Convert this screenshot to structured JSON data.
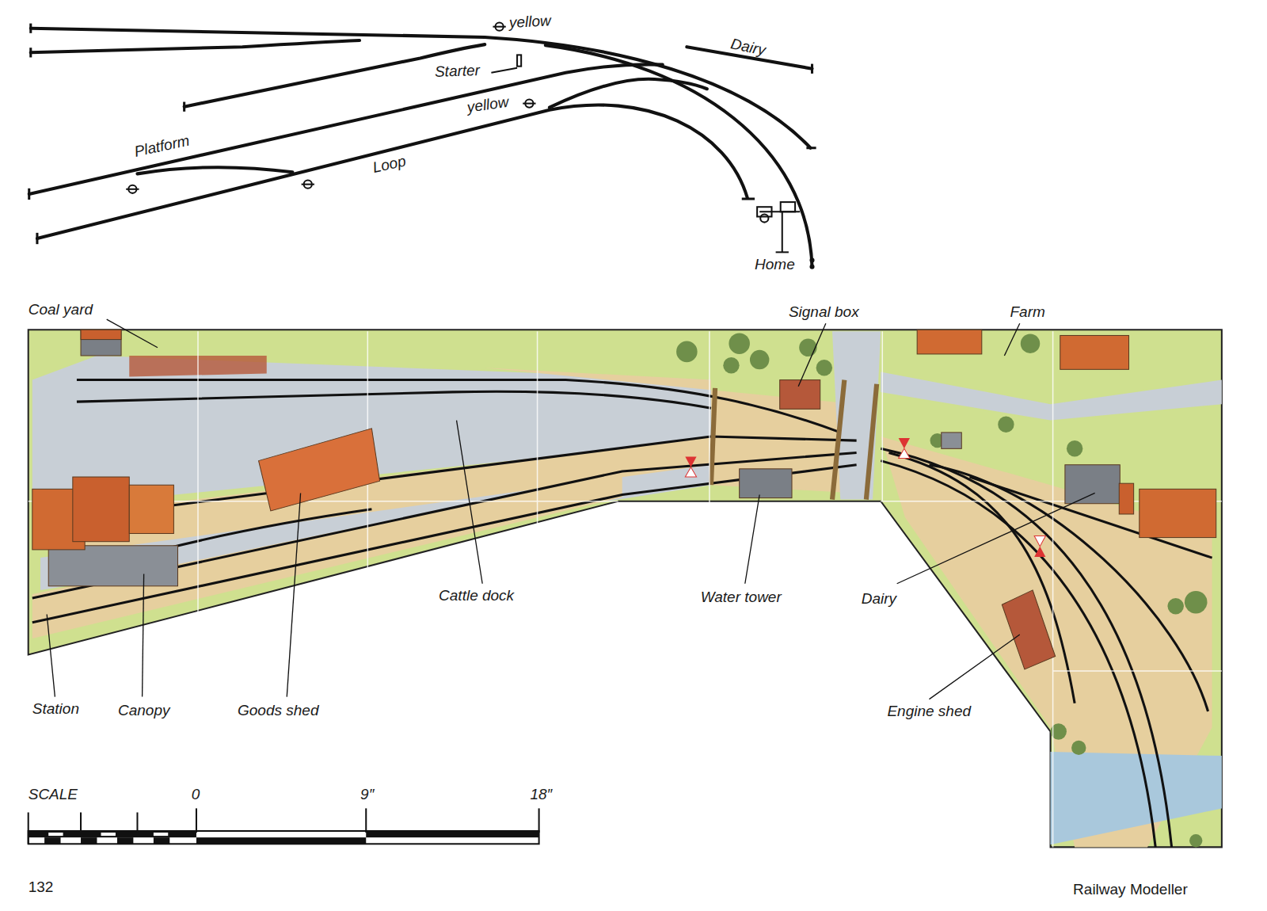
{
  "diagram": {
    "labels": [
      "yellow",
      "Dairy",
      "Starter",
      "yellow",
      "Platform",
      "Loop",
      "Home",
      "Coal yard",
      "Signal box",
      "Farm",
      "Station",
      "Canopy",
      "Goods shed",
      "Cattle dock",
      "Water tower",
      "Dairy",
      "Engine shed",
      "SCALE",
      "0",
      "9″",
      "18″",
      "132",
      "Railway Modeller"
    ]
  }
}
